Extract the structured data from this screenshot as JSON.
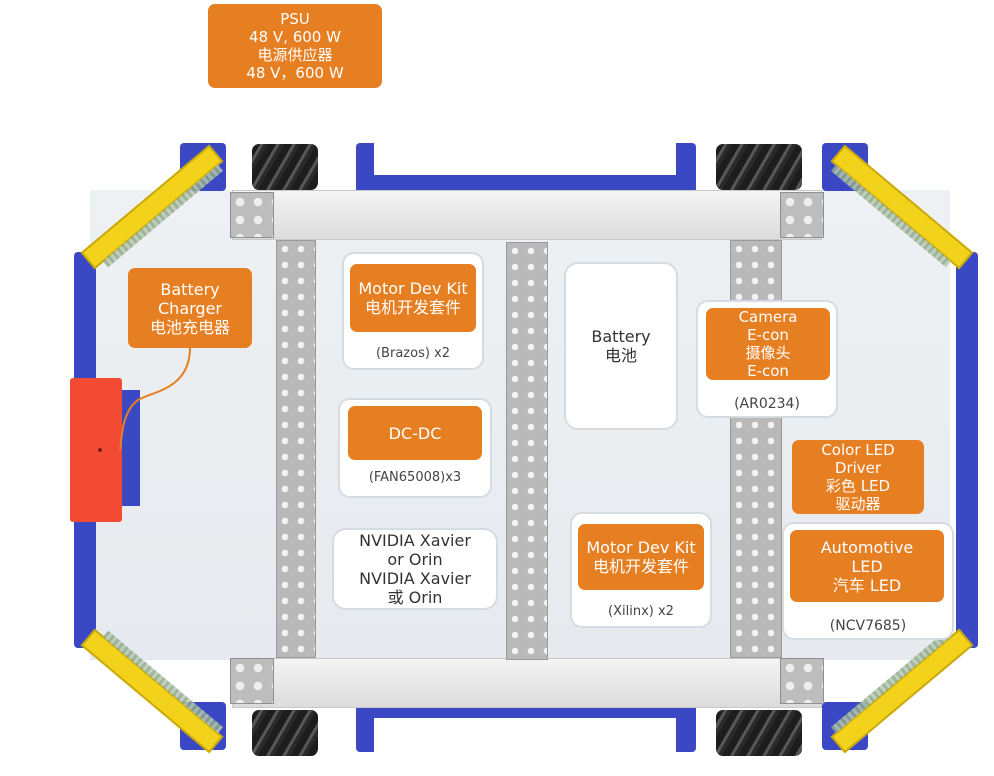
{
  "colors": {
    "label_orange": "#e67e22",
    "bumper_blue": "#3a48c4",
    "bumper_yellow": "#f3d21c",
    "battery_dock_red": "#f24a33",
    "card_border": "#d6dbe0"
  },
  "psu": {
    "lines": [
      "PSU",
      "48 V, 600 W",
      "电源供应器",
      "48 V，600 W"
    ]
  },
  "battery_charger": {
    "lines": [
      "Battery",
      "Charger",
      "电池充电器"
    ]
  },
  "motor_dev_kit_brazos": {
    "lines": [
      "Motor Dev Kit",
      "电机开发套件"
    ],
    "note": "(Brazos) x2"
  },
  "dc_dc": {
    "label": "DC-DC",
    "note": "(FAN65008)x3"
  },
  "nvidia": {
    "lines": [
      "NVIDIA Xavier",
      "or Orin",
      "NVIDIA Xavier",
      "或 Orin"
    ]
  },
  "battery": {
    "lines": [
      "Battery",
      "电池"
    ]
  },
  "camera": {
    "lines": [
      "Camera",
      "E-con",
      "摄像头",
      "E-con"
    ],
    "note": "(AR0234)"
  },
  "motor_dev_kit_xilinx": {
    "lines": [
      "Motor Dev Kit",
      "电机开发套件"
    ],
    "note": "(Xilinx) x2"
  },
  "color_led_driver": {
    "lines": [
      "Color LED",
      "Driver",
      "彩色 LED",
      "驱动器"
    ]
  },
  "automotive_led": {
    "lines": [
      "Automotive",
      "LED",
      "汽车 LED"
    ],
    "note": "(NCV7685)"
  }
}
